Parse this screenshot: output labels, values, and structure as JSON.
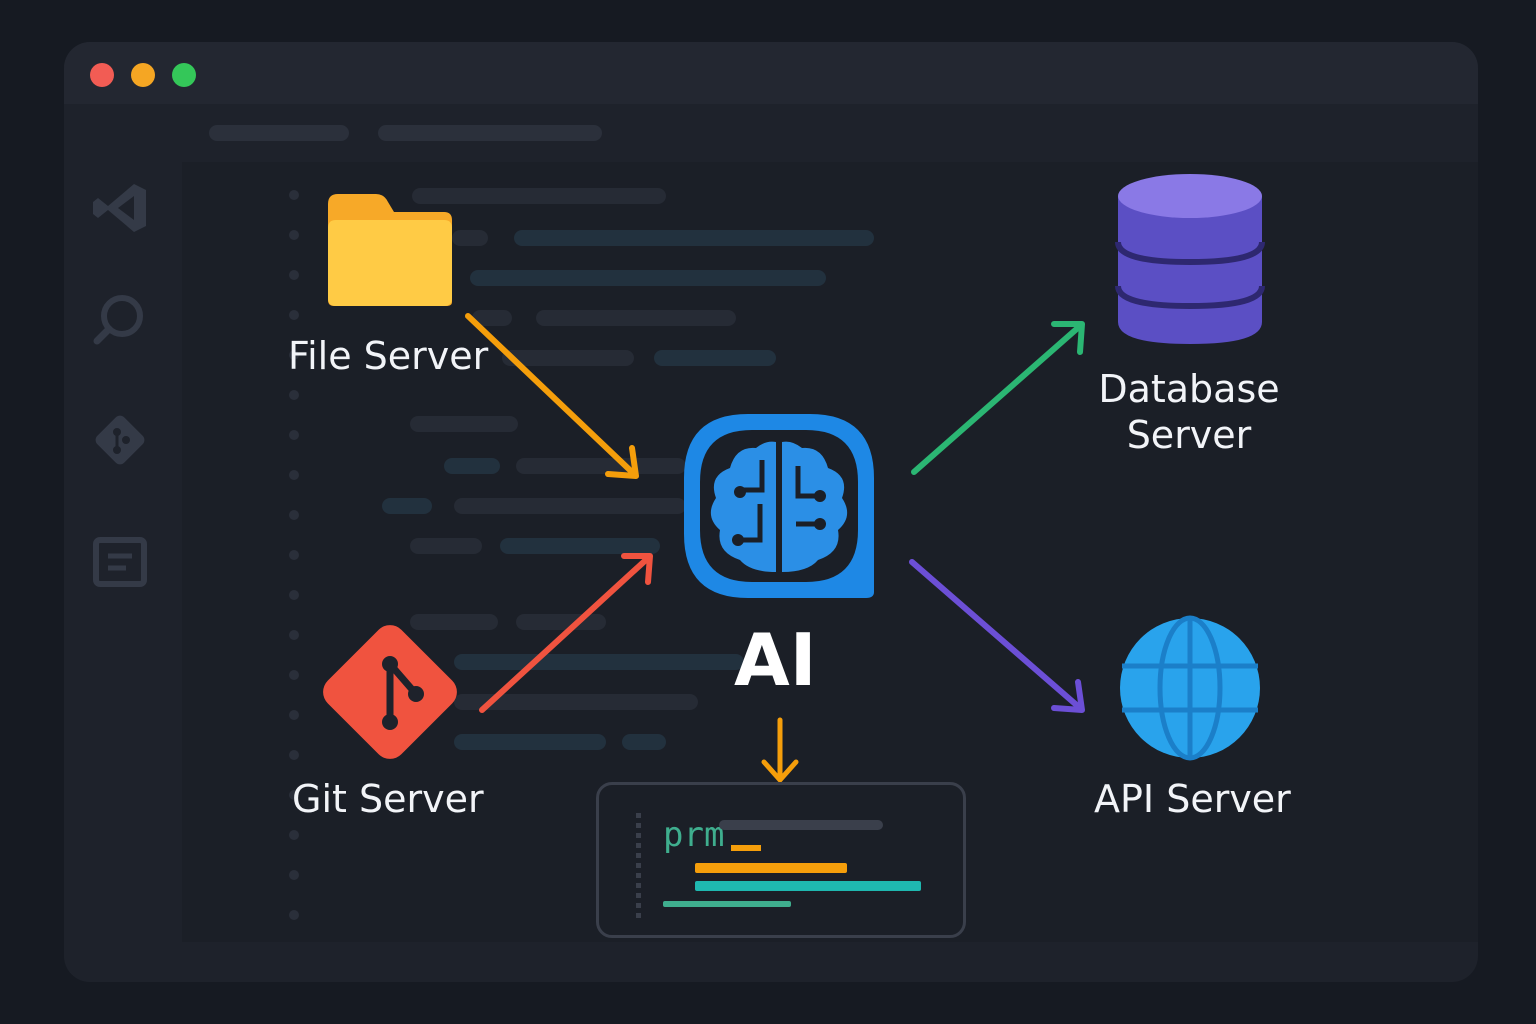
{
  "window": {
    "traffic_lights": [
      "#f25c54",
      "#f5a623",
      "#34c759"
    ]
  },
  "activity_bar": {
    "icons": [
      "vscode-logo-icon",
      "search-icon",
      "git-icon",
      "panel-icon"
    ]
  },
  "diagram": {
    "center": {
      "label": "AI",
      "icon": "ai-brain-icon",
      "color": "#1e88e5"
    },
    "inputs": [
      {
        "label": "File Server",
        "icon": "folder-icon",
        "arrow_color": "#f59e0b"
      },
      {
        "label": "Git Server",
        "icon": "git-logo-icon",
        "arrow_color": "#f0533f"
      }
    ],
    "outputs": [
      {
        "label": "Database Server",
        "label_line1": "Database",
        "label_line2": "Server",
        "icon": "database-icon",
        "arrow_color": "#2bb673"
      },
      {
        "label": "API Server",
        "icon": "globe-icon",
        "arrow_color": "#6c4fd6"
      }
    ],
    "terminal": {
      "prompt": "prm",
      "arrow_color": "#f59e0b"
    }
  }
}
